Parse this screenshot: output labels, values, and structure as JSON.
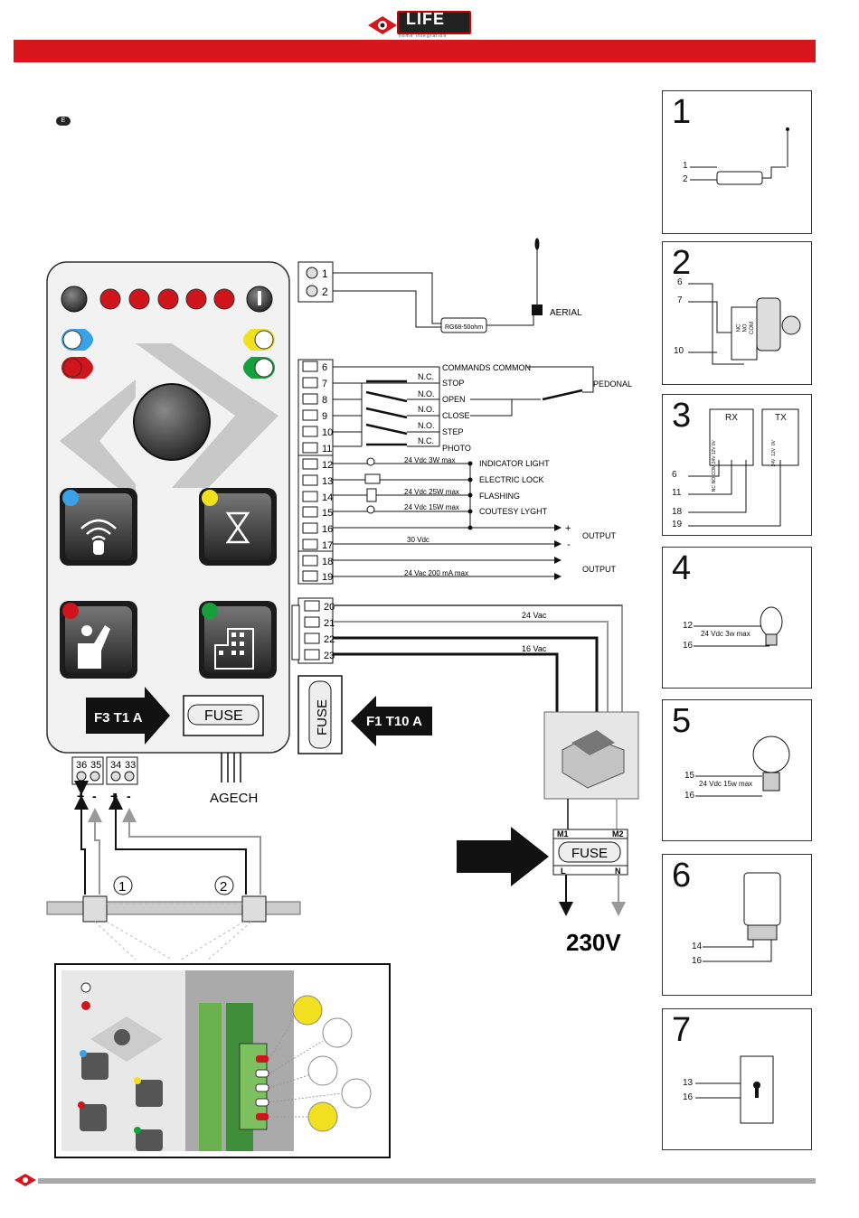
{
  "brand": {
    "logo_text": "LIFE",
    "tagline": "home integration"
  },
  "language_badge": "E",
  "colors": {
    "red_bar": "#d7161c",
    "grey_bar": "#a8a8a8",
    "led_red": "#d0141c",
    "blue": "#3aa0e8",
    "yellow": "#f0e020",
    "green": "#16a03c"
  },
  "control_unit": {
    "fuse_label": "FUSE",
    "fuse_rating_small": "F3 T1 A",
    "fuse_rating_main": "F1 T10 A",
    "connector_label": "AGECH",
    "bottom_terminals": [
      "36",
      "35",
      "34",
      "33"
    ],
    "polarity": [
      "+",
      "-",
      "+",
      "-"
    ]
  },
  "antenna": {
    "terminals": [
      "1",
      "2"
    ],
    "cable_label": "RG68-50ohm",
    "aerial_label": "AERIAL"
  },
  "terminal_block": {
    "numbers": [
      "6",
      "7",
      "8",
      "9",
      "10",
      "11",
      "12",
      "13",
      "14",
      "15",
      "16",
      "17",
      "18",
      "19",
      "20",
      "21",
      "22",
      "23"
    ],
    "contact_labels": [
      "N.C.",
      "N.O.",
      "N.O.",
      "N.O.",
      "N.C."
    ],
    "functions": [
      "COMMANDS COMMON",
      "STOP",
      "OPEN",
      "CLOSE",
      "STEP",
      "PHOTO"
    ],
    "pedonal_label": "PEDONAL",
    "load_labels": [
      "INDICATOR LIGHT",
      "ELECTRIC LOCK",
      "FLASHING",
      "COUTESY LYGHT"
    ],
    "load_ratings": [
      "24 Vdc 3W max",
      "24 Vdc 25W max",
      "24 Vdc 15W max"
    ],
    "output_30": "30  Vdc",
    "output_24": "24  Vac  200  mA  max",
    "output_label": "OUTPUT",
    "plus": "+",
    "minus": "-"
  },
  "transformer": {
    "v24": "24 Vac",
    "v16": "16 Vac",
    "m1": "M1",
    "m2": "M2",
    "l": "L",
    "n": "N",
    "fuse_label": "FUSE",
    "mains": "230V"
  },
  "photocell_markers": [
    "1",
    "2"
  ],
  "side_panels": [
    {
      "number": "1",
      "terminals": [
        "1",
        "2"
      ]
    },
    {
      "number": "2",
      "terminals": [
        "6",
        "7",
        "10"
      ],
      "switch_contacts": [
        "NC",
        "NO",
        "COM"
      ]
    },
    {
      "number": "3",
      "rx": "RX",
      "tx": "TX",
      "rx_pins": [
        "0V",
        "12V",
        "24V",
        "COM",
        "NO",
        "NC"
      ],
      "tx_pins": [
        "0V",
        "12V",
        "24V"
      ],
      "terminals": [
        "6",
        "11",
        "18",
        "19"
      ]
    },
    {
      "number": "4",
      "terminals": [
        "12",
        "16"
      ],
      "rating": "24 Vdc 3w max"
    },
    {
      "number": "5",
      "terminals": [
        "15",
        "16"
      ],
      "rating": "24 Vdc 15w max"
    },
    {
      "number": "6",
      "terminals": [
        "14",
        "16"
      ]
    },
    {
      "number": "7",
      "terminals": [
        "13",
        "16"
      ]
    }
  ]
}
